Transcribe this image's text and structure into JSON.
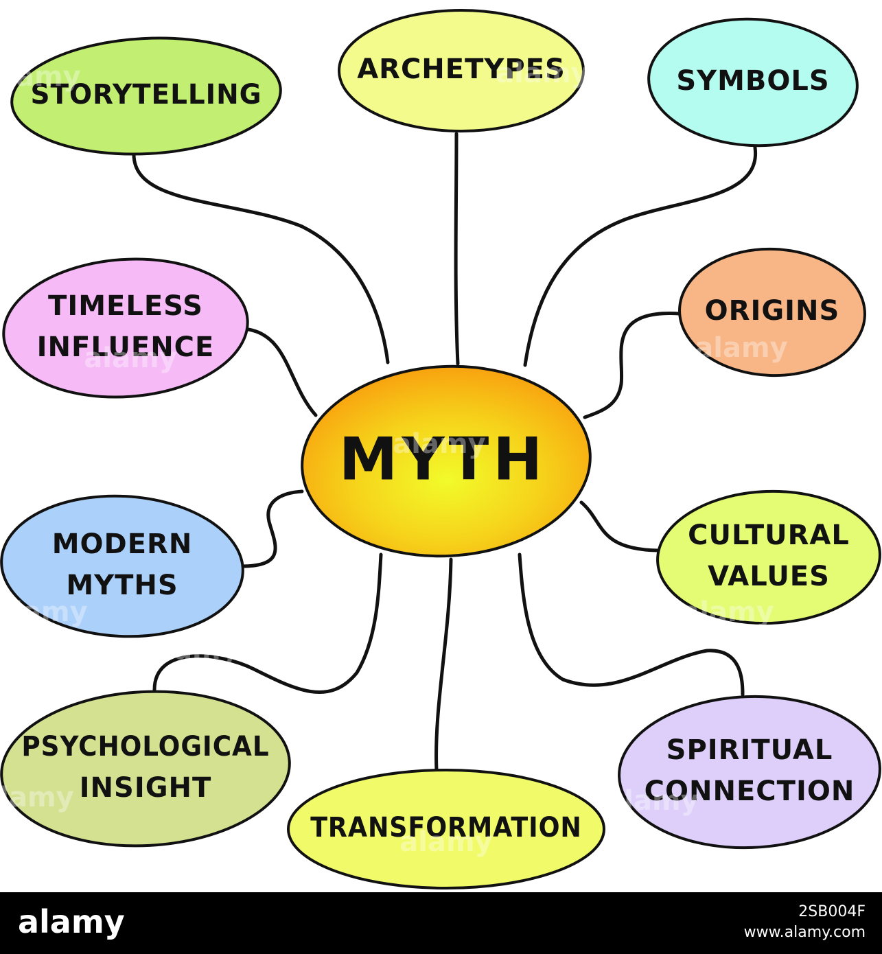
{
  "center": {
    "label": "MYTH"
  },
  "nodes": [
    {
      "id": "storytelling",
      "lines": [
        "STORYTELLING"
      ],
      "color": "#c2ee72"
    },
    {
      "id": "archetypes",
      "lines": [
        "ARCHETYPES"
      ],
      "color": "#f2fb8b"
    },
    {
      "id": "symbols",
      "lines": [
        "SYMBOLS"
      ],
      "color": "#b4fbf0"
    },
    {
      "id": "timeless-influence",
      "lines": [
        "TIMELESS",
        "INFLUENCE"
      ],
      "color": "#f6bbf7"
    },
    {
      "id": "origins",
      "lines": [
        "ORIGINS"
      ],
      "color": "#f8b586"
    },
    {
      "id": "modern-myths",
      "lines": [
        "MODERN",
        "MYTHS"
      ],
      "color": "#abd0fa"
    },
    {
      "id": "cultural-values",
      "lines": [
        "CULTURAL",
        "VALUES"
      ],
      "color": "#e4fb74"
    },
    {
      "id": "psychological-insight",
      "lines": [
        "PSYCHOLOGICAL",
        "INSIGHT"
      ],
      "color": "#d3e191"
    },
    {
      "id": "transformation",
      "lines": [
        "TRANSFORMATION"
      ],
      "color": "#f1fb6a"
    },
    {
      "id": "spiritual-connection",
      "lines": [
        "SPIRITUAL",
        "CONNECTION"
      ],
      "color": "#ddcffa"
    }
  ],
  "watermark": {
    "text": "alamy"
  },
  "footer": {
    "logo": "alamy",
    "image_id": "2SB004F",
    "url": "www.alamy.com"
  },
  "colors": {
    "center_outer": "#f8a20f",
    "center_inner": "#f2fb2a",
    "stroke": "#111111",
    "footer_bg": "#000000"
  }
}
